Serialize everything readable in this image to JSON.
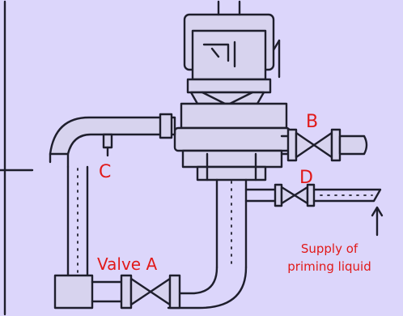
{
  "colors": {
    "background": "#dcd6fb",
    "label_red": "#e11919",
    "ink": "#1e1e2c"
  },
  "labels": {
    "valve_a": "Valve A",
    "valve_b": "B",
    "valve_c": "C",
    "valve_d": "D",
    "supply_line1": "Supply of",
    "supply_line2": "priming liquid"
  }
}
